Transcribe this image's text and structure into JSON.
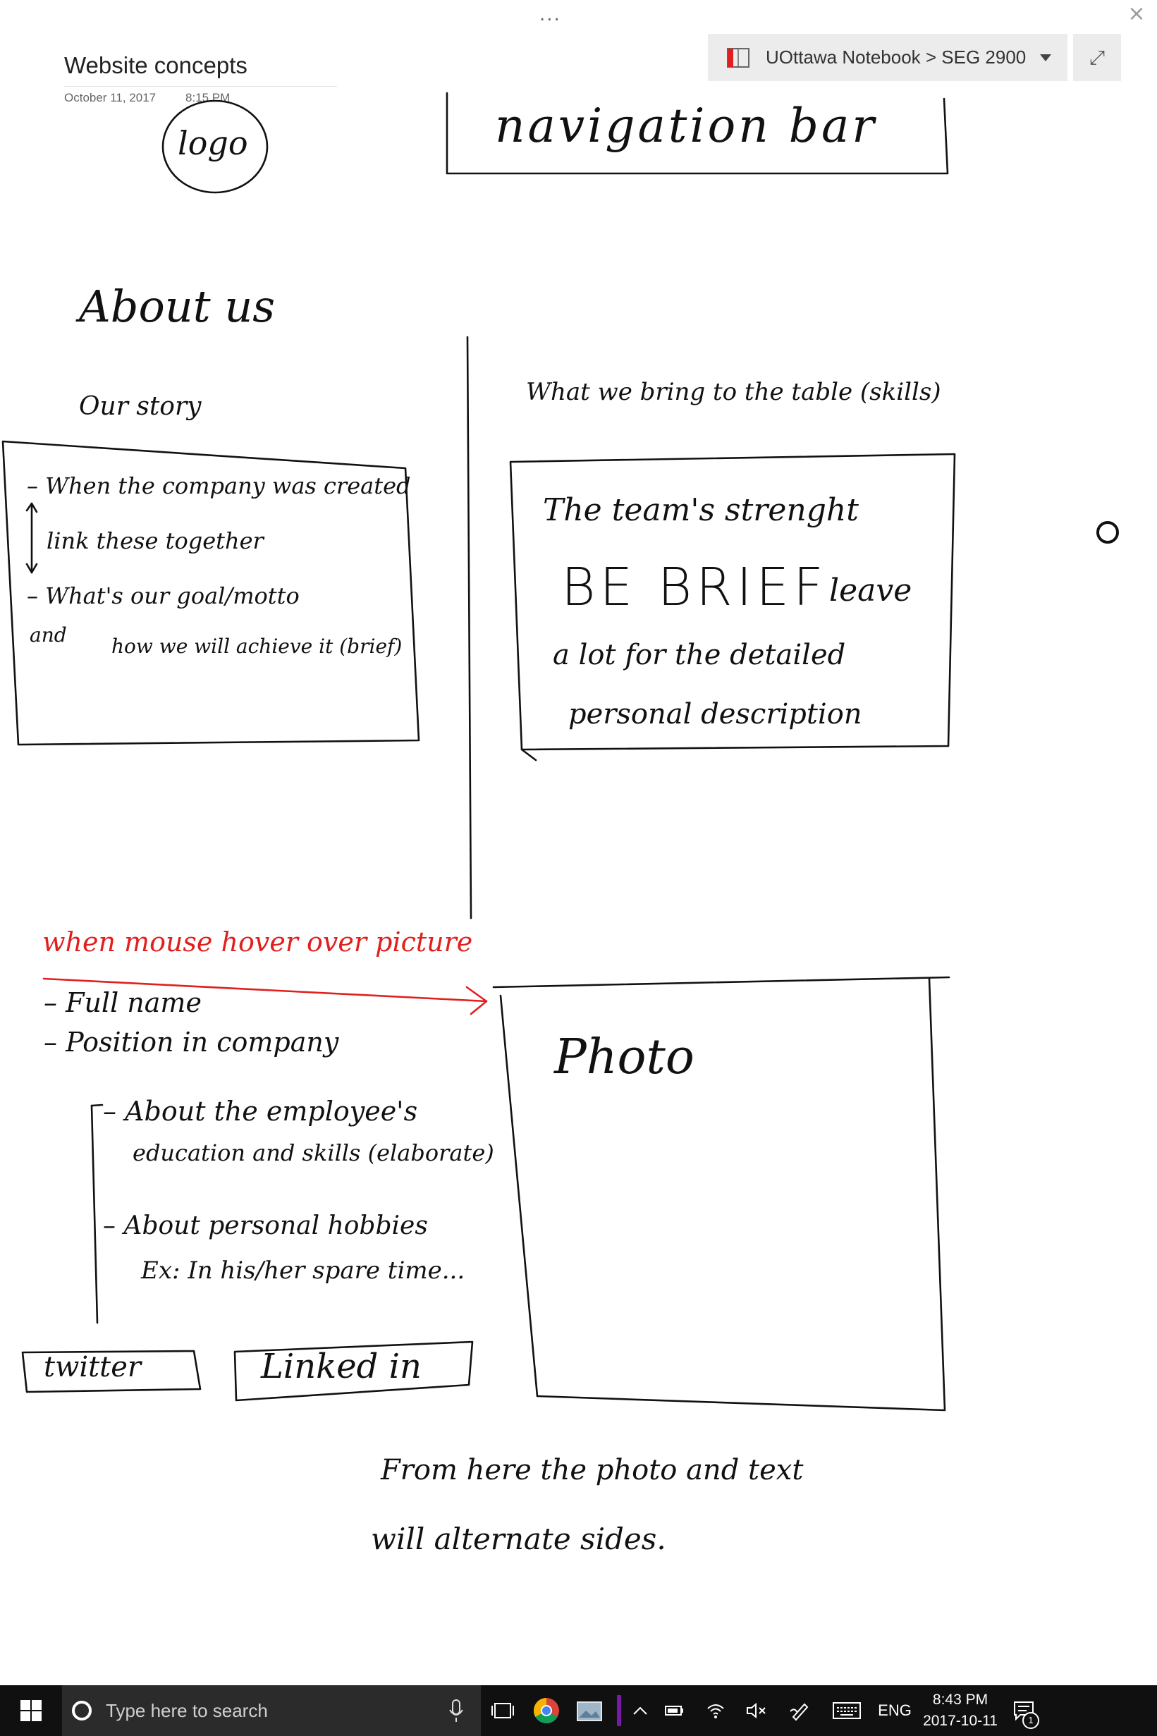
{
  "window": {
    "more_options_glyph": "...",
    "close_glyph": "×",
    "notebook_picker": {
      "label": "UOttawa Notebook > SEG 2900",
      "icon": "notebook-icon"
    },
    "expand_glyph": "⤢"
  },
  "page": {
    "title": "Website concepts",
    "date": "October 11, 2017",
    "time": "8:15 PM"
  },
  "sketch": {
    "logo": "logo",
    "navigation_bar": "navigation bar",
    "about_us": "About us",
    "our_story": {
      "heading": "Our story",
      "lines": [
        "– When the company was created",
        "link these together",
        "– What's our goal/motto",
        "and",
        "how we will achieve it (brief)"
      ]
    },
    "skills": {
      "heading": "What we bring to the table (skills)",
      "lines": [
        "The team's strenght",
        "BE BRIEF",
        "leave",
        "a lot for the detailed",
        "personal description"
      ]
    },
    "hover_note": "when mouse hover over picture",
    "employee_details": [
      "– Full name",
      "– Position in company",
      "– About the employee's",
      "education and skills (elaborate)",
      "– About personal hobbies",
      "Ex: In his/her spare time..."
    ],
    "photo_label": "Photo",
    "twitter_label": "twitter",
    "linkedin_label": "Linked in",
    "footer_note": [
      "From here the photo and text",
      "will alternate sides."
    ]
  },
  "taskbar": {
    "search_placeholder": "Type here to search",
    "language": "ENG",
    "time": "8:43 PM",
    "date": "2017-10-11",
    "notification_count": "1"
  }
}
